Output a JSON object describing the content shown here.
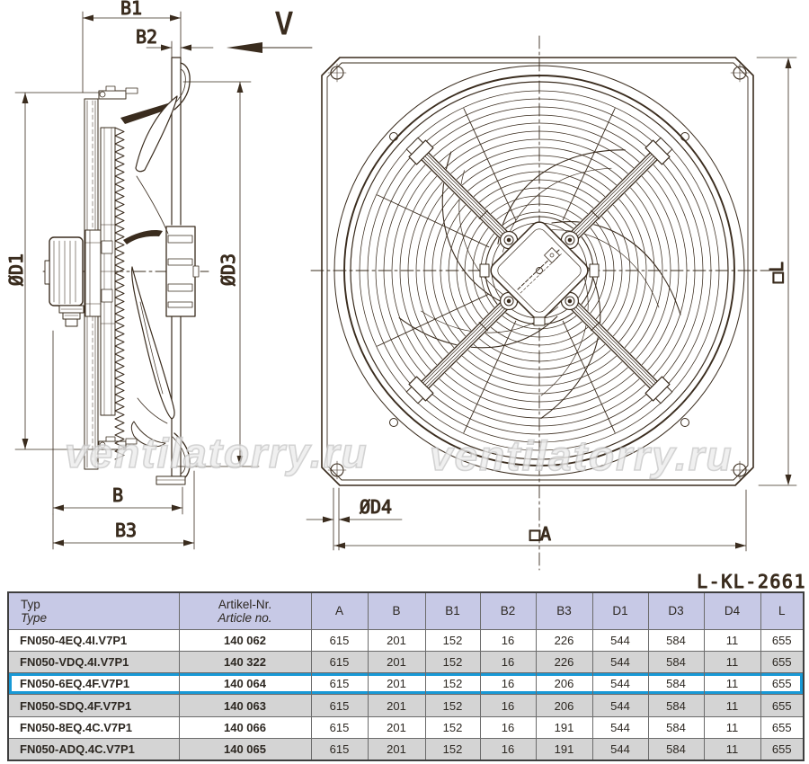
{
  "drawing_code": "L-KL-2661",
  "watermark_text": "ventilatorry.ru",
  "colors": {
    "ink": "#3a2c1e",
    "header_bg": "#c7c9e6",
    "row_alt": "#d4d4d4",
    "highlight_blue": "#1899d6"
  },
  "side_view": {
    "labels": {
      "b1": "B1",
      "b2": "B2",
      "view": "V",
      "d1": "ØD1",
      "d3": "ØD3",
      "b": "B",
      "b3": "B3"
    }
  },
  "front_view": {
    "labels": {
      "l": "□L",
      "d4": "ØD4",
      "a": "□A"
    }
  },
  "table": {
    "col_type": {
      "de": "Typ",
      "en": "Type"
    },
    "col_article": {
      "de": "Artikel-Nr.",
      "en": "Article no."
    },
    "dim_headers": [
      "A",
      "B",
      "B1",
      "B2",
      "B3",
      "D1",
      "D3",
      "D4",
      "L"
    ],
    "rows": [
      {
        "type": "FN050-4EQ.4I.V7P1",
        "article": "140 062",
        "dims": [
          "615",
          "201",
          "152",
          "16",
          "226",
          "544",
          "584",
          "11",
          "655"
        ],
        "highlighted": false
      },
      {
        "type": "FN050-VDQ.4I.V7P1",
        "article": "140 322",
        "dims": [
          "615",
          "201",
          "152",
          "16",
          "226",
          "544",
          "584",
          "11",
          "655"
        ],
        "highlighted": false
      },
      {
        "type": "FN050-6EQ.4F.V7P1",
        "article": "140 064",
        "dims": [
          "615",
          "201",
          "152",
          "16",
          "206",
          "544",
          "584",
          "11",
          "655"
        ],
        "highlighted": true
      },
      {
        "type": "FN050-SDQ.4F.V7P1",
        "article": "140 063",
        "dims": [
          "615",
          "201",
          "152",
          "16",
          "206",
          "544",
          "584",
          "11",
          "655"
        ],
        "highlighted": false
      },
      {
        "type": "FN050-8EQ.4C.V7P1",
        "article": "140 066",
        "dims": [
          "615",
          "201",
          "152",
          "16",
          "191",
          "544",
          "584",
          "11",
          "655"
        ],
        "highlighted": false
      },
      {
        "type": "FN050-ADQ.4C.V7P1",
        "article": "140 065",
        "dims": [
          "615",
          "201",
          "152",
          "16",
          "191",
          "544",
          "584",
          "11",
          "655"
        ],
        "highlighted": false
      }
    ]
  }
}
